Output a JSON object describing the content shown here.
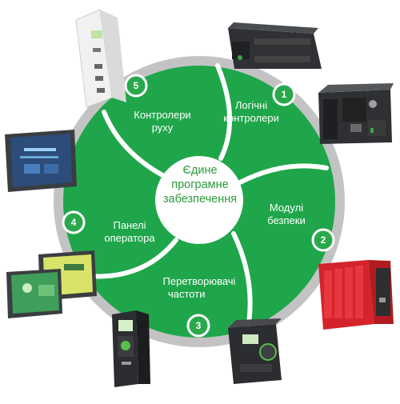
{
  "center": {
    "line1": "Єдине",
    "line2": "програмне",
    "line3": "забезпечення"
  },
  "segments": [
    {
      "number": "1",
      "line1": "Логічні",
      "line2": "контролери"
    },
    {
      "number": "2",
      "line1": "Модулі",
      "line2": "безпеки"
    },
    {
      "number": "3",
      "line1": "Перетворювачі",
      "line2": "частоти"
    },
    {
      "number": "4",
      "line1": "Панелі",
      "line2": "оператора"
    },
    {
      "number": "5",
      "line1": "Контролери",
      "line2": "руху"
    }
  ],
  "colors": {
    "segment_green": "#20a84a",
    "center_white": "#ffffff",
    "outer_ring": "#bdbdbd",
    "badge_green": "#2aa84c"
  },
  "device_images": [
    "motion-controller-device",
    "logic-controller-device",
    "modicon-controller-device",
    "safety-module-device",
    "variable-speed-drive-device",
    "compact-drive-device",
    "hmi-panel-device",
    "hmi-panels-pair-device"
  ]
}
